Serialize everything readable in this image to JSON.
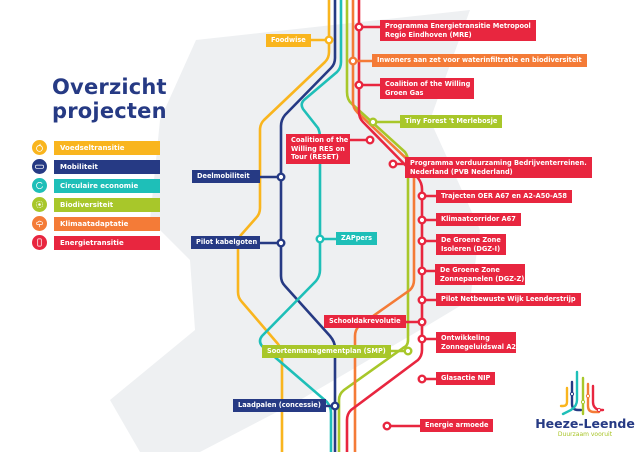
{
  "header": {
    "title_line1": "Overzicht",
    "title_line2": "projecten"
  },
  "colors": {
    "voedsel": "#f9b51e",
    "mobiliteit": "#263a84",
    "circulair": "#1ebfb8",
    "biodiversiteit": "#a8c72a",
    "klimaat": "#f47b37",
    "energie": "#e8263f",
    "background_shape": "#eef0f2"
  },
  "legend": {
    "items": [
      {
        "label": "Voedseltransitie",
        "icon": "apple-icon",
        "color": "#f9b51e"
      },
      {
        "label": "Mobiliteit",
        "icon": "car-icon",
        "color": "#263a84"
      },
      {
        "label": "Circulaire economie",
        "icon": "recycle-icon",
        "color": "#1ebfb8"
      },
      {
        "label": "Biodiversiteit",
        "icon": "flower-icon",
        "color": "#a8c72a"
      },
      {
        "label": "Klimaatadaptatie",
        "icon": "cloud-rain-icon",
        "color": "#f47b37"
      },
      {
        "label": "Energietransitie",
        "icon": "phone-battery-icon",
        "color": "#e8263f"
      }
    ]
  },
  "stations": {
    "foodwise": "Foodwise",
    "mre_1": "Programma Energietransitie Metropool",
    "mre_2": "Regio Eindhoven (MRE)",
    "inwoners": "Inwoners aan zet voor waterinfiltratie en biodiversiteit",
    "cotw_gas_1": "Coalition of the Willing",
    "cotw_gas_2": "Groen Gas",
    "tiny_forest": "Tiny Forest 't Merlebosje",
    "reset_1": "Coalition of the",
    "reset_2": "Willing RES on",
    "reset_3": "Tour (RESET)",
    "pvb_1": "Programma verduurzaming Bedrijventerreinen.",
    "pvb_2": "Nederland (PVB Nederland)",
    "deelmobiliteit": "Deelmobiliteit",
    "trajecten": "Trajecten OER A67 en A2-A50-A58",
    "klimaatcorridor": "Klimaatcorridor A67",
    "dgz_i_1": "De Groene Zone",
    "dgz_i_2": "Isoleren (DGZ-I)",
    "pilot_kabelgoten": "Pilot kabelgoten",
    "zappers": "ZAPpers",
    "dgz_z_1": "De Groene Zone",
    "dgz_z_2": "Zonnepanelen (DGZ-Z)",
    "netbewuste": "Pilot Netbewuste Wijk Leenderstrijp",
    "schooldak": "Schooldakrevolutie",
    "zonnegeluid_1": "Ontwikkeling",
    "zonnegeluid_2": "Zonnegeluidswal A2",
    "smp": "Soortenmanagementplan (SMP)",
    "glasactie": "Glasactie NIP",
    "laadpalen": "Laadpalen (concessie)",
    "energie_armoede": "Energie armoede"
  },
  "logo": {
    "name": "Heeze-Leende",
    "tagline": "Duurzaam vooruit"
  }
}
